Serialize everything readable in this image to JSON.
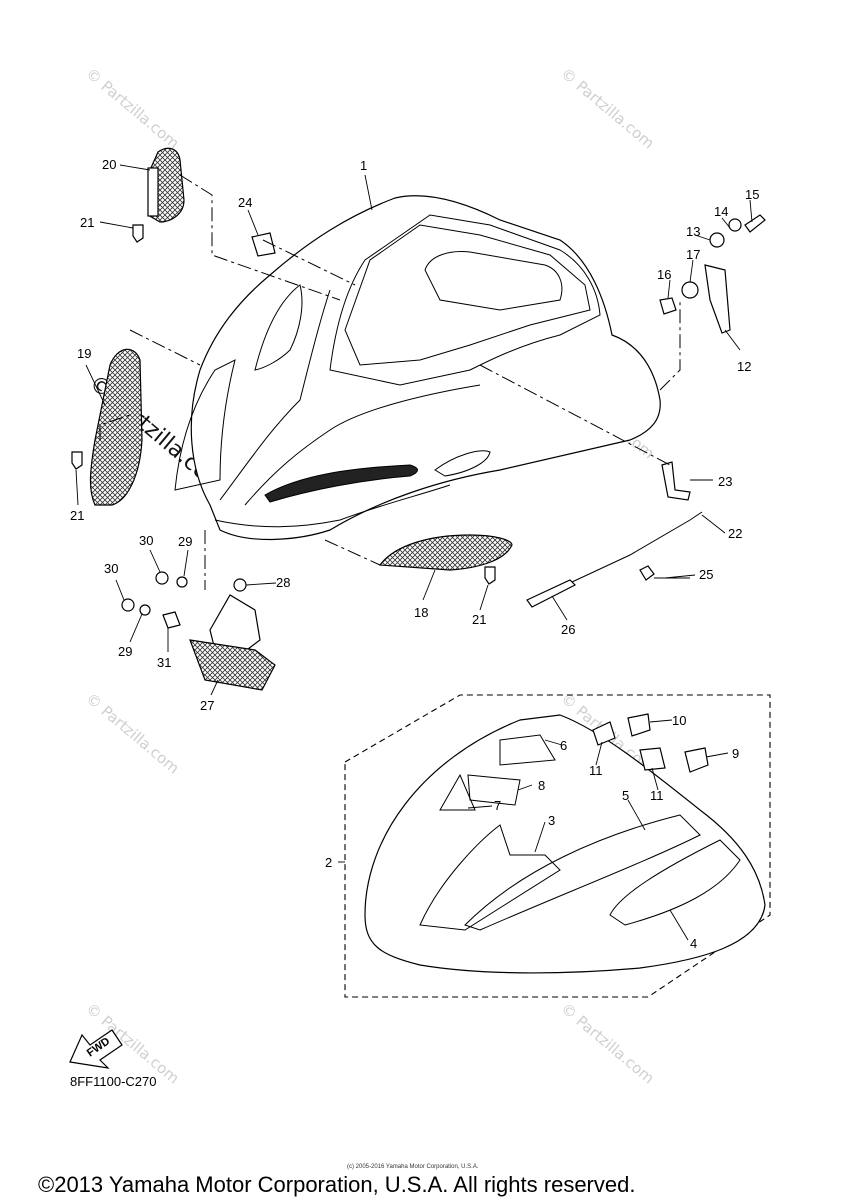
{
  "diagram": {
    "callouts": [
      "1",
      "2",
      "3",
      "4",
      "5",
      "6",
      "7",
      "8",
      "9",
      "10",
      "11",
      "11",
      "12",
      "13",
      "14",
      "15",
      "16",
      "17",
      "18",
      "19",
      "20",
      "21",
      "21",
      "21",
      "22",
      "23",
      "24",
      "25",
      "26",
      "27",
      "28",
      "29",
      "29",
      "30",
      "30",
      "31"
    ],
    "fwd_label": "FWD",
    "diagram_code": "8FF1100-C270"
  },
  "watermark": {
    "text": "© Partzilla.com",
    "big_text": "© Partzilla.com"
  },
  "footer": {
    "tiny_copyright": "(c) 2005-2016 Yamaha Motor Corporation, U.S.A.",
    "copyright": "©2013 Yamaha Motor Corporation, U.S.A. All rights reserved."
  }
}
